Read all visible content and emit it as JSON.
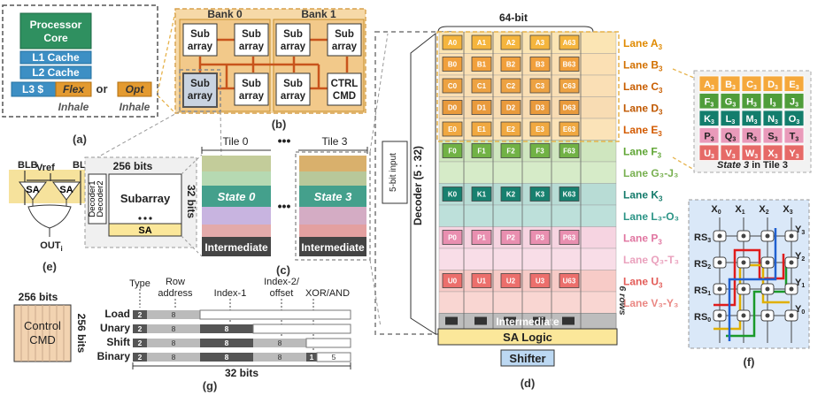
{
  "panel_a": {
    "processor_core": "Processor Core",
    "l1_cache": "L1 Cache",
    "l2_cache": "L2 Cache",
    "l3_cache": "L3 $",
    "flex": "Flex",
    "or": "or",
    "opt": "Opt",
    "inhale_1": "Inhale",
    "inhale_2": "Inhale",
    "caption": "(a)"
  },
  "panel_b": {
    "bank0": "Bank 0",
    "bank1": "Bank 1",
    "sub": "Sub",
    "array": "array",
    "ctrl": "CTRL",
    "cmd": "CMD",
    "caption": "(b)"
  },
  "panel_e": {
    "blb": "BLB",
    "vref": "Vref",
    "bl": "BL",
    "sa_left": "SA",
    "sa_right": "SA",
    "out": "OUT",
    "out_sub": "i",
    "caption": "(e)"
  },
  "panel_c": {
    "bits_256": "256 bits",
    "bits_32": "32 bits",
    "decoder1": "Decoder1",
    "decoder2": "Decoder2",
    "subarray": "Subarray",
    "sa": "SA",
    "tile0": "Tile 0",
    "tile3": "Tile 3",
    "ellipsis": "•••",
    "state0": "State 0",
    "state3": "State 3",
    "intermediate0": "Intermediate",
    "intermediate3": "Intermediate",
    "caption": "(c)"
  },
  "panel_g": {
    "type": "Type",
    "row_address_1": "Row",
    "row_address_2": "address",
    "index1": "Index-1",
    "index2_1": "Index-2/",
    "index2_2": "offset",
    "xor_and": "XOR/AND",
    "rows": [
      {
        "label": "Load",
        "type": "2",
        "row": "8"
      },
      {
        "label": "Unary",
        "type": "2",
        "row": "8",
        "idx1": "8"
      },
      {
        "label": "Shift",
        "type": "2",
        "row": "8",
        "idx1": "8",
        "idx2": "8"
      },
      {
        "label": "Binary",
        "type": "2",
        "row": "8",
        "idx1": "8",
        "idx2": "8",
        "xor": "1",
        "rest": "5"
      }
    ],
    "total": "32 bits",
    "caption": "(g)"
  },
  "panel_ctrl": {
    "bits_top": "256 bits",
    "bits_side": "256 bits",
    "control": "Control",
    "cmd": "CMD"
  },
  "panel_d": {
    "width": "64-bit",
    "decoder": "Decoder (5 : 32)",
    "input": "5-bit input",
    "rows": [
      {
        "prefix": "A",
        "lane": "Lane A",
        "sub": "3",
        "color": "#f5b53d",
        "bg": "#fbe5b4",
        "lc": "#e08a00"
      },
      {
        "prefix": "B",
        "lane": "Lane B",
        "sub": "3",
        "color": "#f1a03c",
        "bg": "#fbe0b4",
        "lc": "#d27000"
      },
      {
        "prefix": "C",
        "lane": "Lane C",
        "sub": "3",
        "color": "#eda242",
        "bg": "#fadfb5",
        "lc": "#c95e00"
      },
      {
        "prefix": "D",
        "lane": "Lane D",
        "sub": "3",
        "color": "#e99a3c",
        "bg": "#f8dcb3",
        "lc": "#c05800"
      },
      {
        "prefix": "E",
        "lane": "Lane E",
        "sub": "3",
        "color": "#f0a840",
        "bg": "#fbe3b8",
        "lc": "#d35a00"
      },
      {
        "prefix": "F",
        "lane": "Lane F",
        "sub": "3",
        "color": "#71b245",
        "bg": "#cfe6bf",
        "lc": "#5fa534"
      },
      {
        "prefix": "",
        "lane": "Lane G₃-J₃",
        "sub": "",
        "color": "",
        "bg": "#d6ebc8",
        "lc": "#78b050"
      },
      {
        "prefix": "K",
        "lane": "Lane K",
        "sub": "3",
        "color": "#17806f",
        "bg": "#b8dcd5",
        "lc": "#137a6a"
      },
      {
        "prefix": "",
        "lane": "Lane L₃-O₃",
        "sub": "",
        "color": "",
        "bg": "#bde0da",
        "lc": "#2b9486"
      },
      {
        "prefix": "P",
        "lane": "Lane P",
        "sub": "3",
        "color": "#e98fb0",
        "bg": "#f6d4e1",
        "lc": "#e075a0"
      },
      {
        "prefix": "",
        "lane": "Lane Q₃-T₃",
        "sub": "",
        "color": "",
        "bg": "#f8dde7",
        "lc": "#eaa1bd"
      },
      {
        "prefix": "U",
        "lane": "Lane U",
        "sub": "3",
        "color": "#ec6f6c",
        "bg": "#f7cbc7",
        "lc": "#e35c58"
      },
      {
        "prefix": "",
        "lane": "Lane V₃-Y₃",
        "sub": "",
        "color": "",
        "bg": "#f9d6d2",
        "lc": "#ea8783"
      }
    ],
    "rows6": "6 rows",
    "intermediate": "Intermediate",
    "sa_logic": "SA Logic",
    "shifter": "Shifter",
    "caption": "(d)"
  },
  "state3_grid": {
    "cells": [
      [
        "A",
        "B",
        "C",
        "D",
        "E"
      ],
      [
        "F",
        "G",
        "H",
        "I",
        "J"
      ],
      [
        "K",
        "L",
        "M",
        "N",
        "O"
      ],
      [
        "P",
        "Q",
        "R",
        "S",
        "T"
      ],
      [
        "U",
        "V",
        "W",
        "X",
        "Y"
      ]
    ],
    "sub": "3",
    "row_colors": [
      "#f5a83b",
      "#4f9d3a",
      "#137d6c",
      "#e99aba",
      "#e66a67"
    ],
    "caption_state": "State 3",
    "caption_in": "in Tile 3"
  },
  "panel_f": {
    "x_labels": [
      "X",
      "X",
      "X",
      "X"
    ],
    "x_subs": [
      "0",
      "1",
      "2",
      "3"
    ],
    "y_labels": [
      "Y",
      "Y",
      "Y",
      "Y"
    ],
    "y_subs": [
      "3",
      "2",
      "1",
      "0"
    ],
    "rs_labels": [
      "RS",
      "RS",
      "RS",
      "RS"
    ],
    "rs_subs": [
      "3",
      "2",
      "1",
      "0"
    ],
    "caption": "(f)"
  }
}
